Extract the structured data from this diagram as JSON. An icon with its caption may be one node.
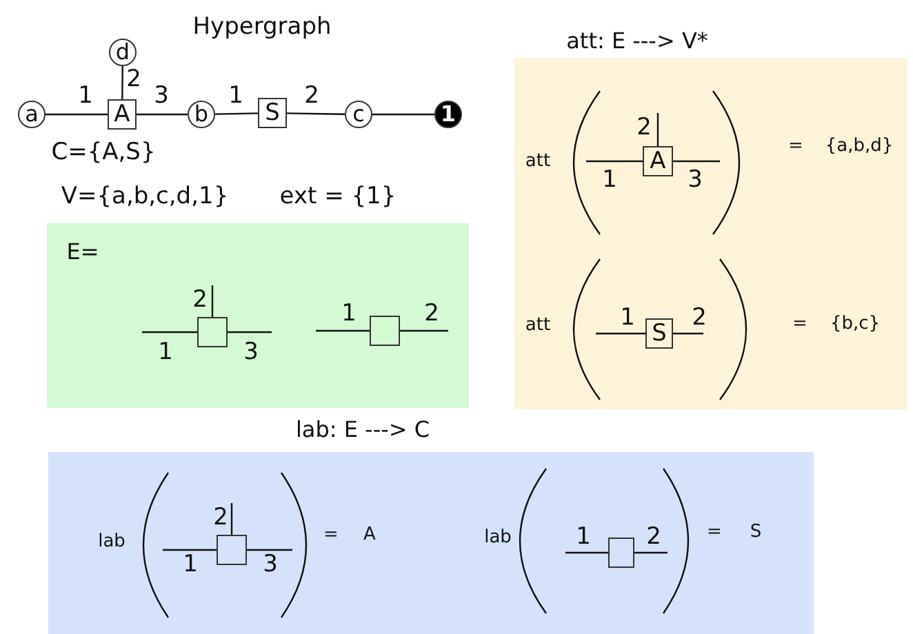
{
  "diagram": {
    "title": "Hypergraph",
    "nodes": [
      {
        "text": [
          "a"
        ]
      },
      {
        "text": [
          "d"
        ]
      },
      {
        "text": [
          "A"
        ]
      },
      {
        "text": [
          "b"
        ]
      },
      {
        "text": [
          "S"
        ]
      },
      {
        "text": [
          "c"
        ]
      },
      {
        "text": [
          "1"
        ]
      },
      {
        "text": [
          "E="
        ]
      },
      {
        "text": [],
        "shape": "box",
        "in": 7
      },
      {
        "text": [],
        "shape": "box",
        "in": 7
      },
      {
        "text": [
          "att: E ---> V*"
        ]
      },
      {
        "text": [
          "A"
        ],
        "in": 10
      },
      {
        "text": [
          "S"
        ],
        "in": 10
      },
      {
        "text": [
          "lab: E ---> C"
        ]
      },
      {
        "text": [],
        "shape": "box",
        "in": 13
      },
      {
        "text": [],
        "shape": "box",
        "in": 13
      }
    ],
    "edges": [
      {
        "from": 0,
        "to": 2,
        "arrow": "none",
        "label": "1"
      },
      {
        "from": 2,
        "to": 1,
        "arrow": "none",
        "label": "2"
      },
      {
        "from": 2,
        "to": 3,
        "arrow": "none",
        "label": "3"
      },
      {
        "from": 3,
        "to": 4,
        "arrow": "none",
        "label": "1"
      },
      {
        "from": 4,
        "to": 5,
        "arrow": "none",
        "label": "2"
      },
      {
        "from": 5,
        "to": 6,
        "arrow": "none"
      },
      {
        "from": 8,
        "to": null,
        "arrow": "none",
        "label": "1"
      },
      {
        "from": 8,
        "to": null,
        "arrow": "none",
        "label": "2"
      },
      {
        "from": 8,
        "to": null,
        "arrow": "none",
        "label": "3"
      },
      {
        "from": 9,
        "to": null,
        "arrow": "none",
        "label": "1"
      },
      {
        "from": 9,
        "to": null,
        "arrow": "none",
        "label": "2"
      },
      {
        "from": 11,
        "to": null,
        "arrow": "none",
        "label": "1"
      },
      {
        "from": 11,
        "to": null,
        "arrow": "none",
        "label": "2"
      },
      {
        "from": 11,
        "to": null,
        "arrow": "none",
        "label": "3"
      },
      {
        "from": 12,
        "to": null,
        "arrow": "none",
        "label": "1"
      },
      {
        "from": 12,
        "to": null,
        "arrow": "none",
        "label": "2"
      },
      {
        "from": 14,
        "to": null,
        "arrow": "none",
        "label": "1"
      },
      {
        "from": 14,
        "to": null,
        "arrow": "none",
        "label": "2"
      },
      {
        "from": 14,
        "to": null,
        "arrow": "none",
        "label": "3"
      },
      {
        "from": 15,
        "to": null,
        "arrow": "none",
        "label": "1"
      },
      {
        "from": 15,
        "to": null,
        "arrow": "none",
        "label": "2"
      }
    ],
    "labels": [
      "C={A,S}",
      "V={a,b,c,d,1}",
      "ext = {1}",
      "att",
      "=",
      "{a,b,d}",
      "att",
      "=",
      "{b,c}",
      "lab",
      "=",
      "A",
      "lab",
      "=",
      "S"
    ]
  }
}
